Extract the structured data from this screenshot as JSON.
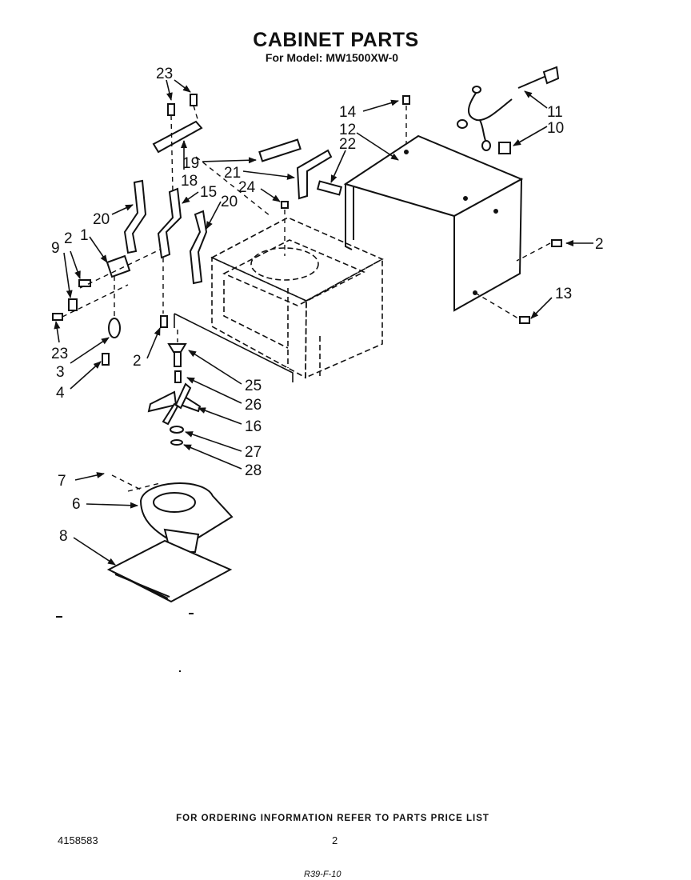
{
  "header": {
    "title": "CABINET PARTS",
    "subtitle": "For Model: MW1500XW-0"
  },
  "diagram": {
    "callouts": [
      {
        "id": "c23a",
        "text": "23"
      },
      {
        "id": "c14",
        "text": "14"
      },
      {
        "id": "c12",
        "text": "12"
      },
      {
        "id": "c11",
        "text": "11"
      },
      {
        "id": "c10",
        "text": "10"
      },
      {
        "id": "c19",
        "text": "19"
      },
      {
        "id": "c22",
        "text": "22"
      },
      {
        "id": "c21",
        "text": "21"
      },
      {
        "id": "c18",
        "text": "18"
      },
      {
        "id": "c24",
        "text": "24"
      },
      {
        "id": "c15",
        "text": "15"
      },
      {
        "id": "c20a",
        "text": "20"
      },
      {
        "id": "c20b",
        "text": "20"
      },
      {
        "id": "c1",
        "text": "1"
      },
      {
        "id": "c9",
        "text": "9"
      },
      {
        "id": "c2a",
        "text": "2"
      },
      {
        "id": "c2b",
        "text": "2"
      },
      {
        "id": "c2c",
        "text": "2"
      },
      {
        "id": "c13",
        "text": "13"
      },
      {
        "id": "c23b",
        "text": "23"
      },
      {
        "id": "c3",
        "text": "3"
      },
      {
        "id": "c4",
        "text": "4"
      },
      {
        "id": "c25",
        "text": "25"
      },
      {
        "id": "c26",
        "text": "26"
      },
      {
        "id": "c16",
        "text": "16"
      },
      {
        "id": "c27",
        "text": "27"
      },
      {
        "id": "c28",
        "text": "28"
      },
      {
        "id": "c7",
        "text": "7"
      },
      {
        "id": "c6",
        "text": "6"
      },
      {
        "id": "c8",
        "text": "8"
      }
    ]
  },
  "footer": {
    "instruction": "FOR ORDERING INFORMATION REFER TO PARTS PRICE LIST",
    "doc_number": "4158583",
    "page_number": "2",
    "handwritten_note": "R39-F-10"
  }
}
